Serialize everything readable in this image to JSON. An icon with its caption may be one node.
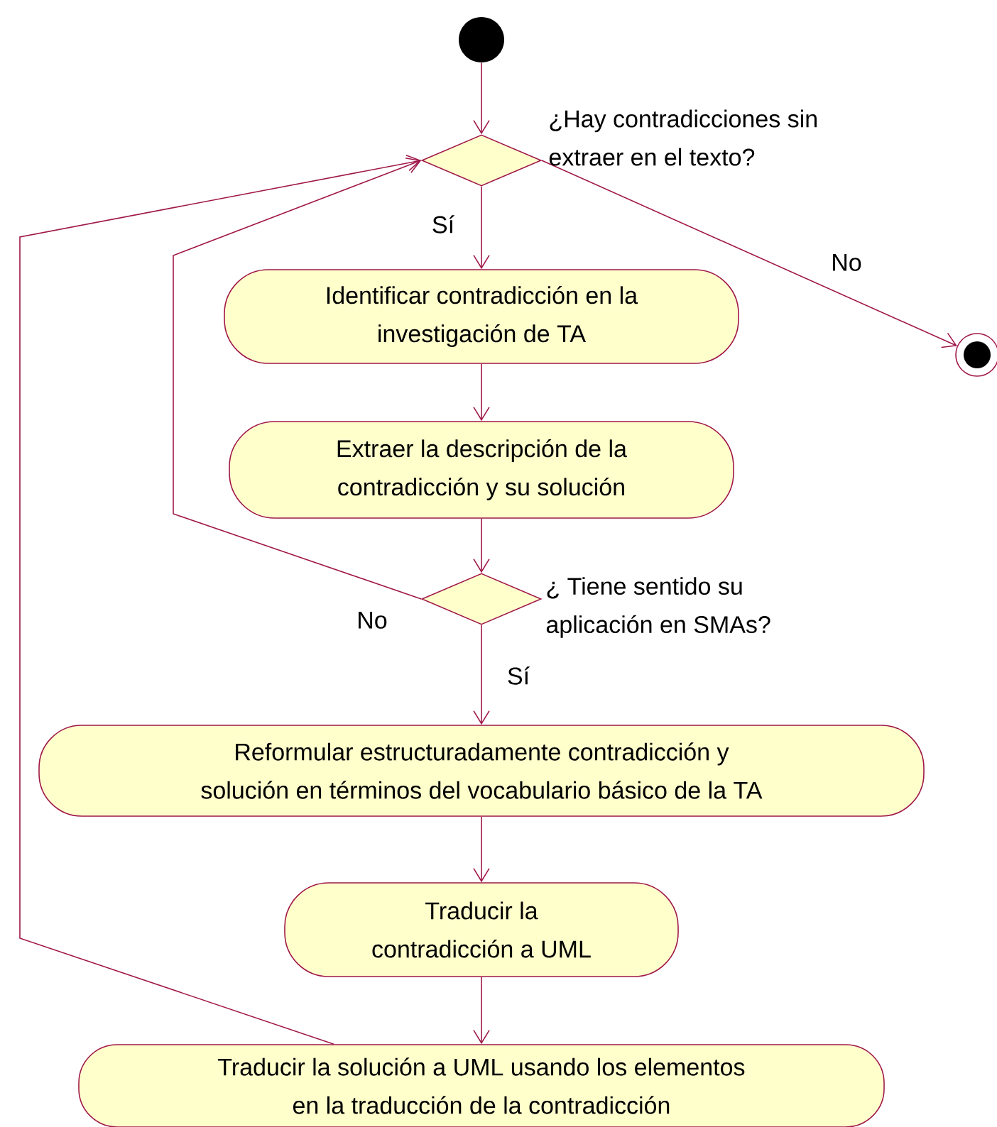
{
  "diagram": {
    "nodes": [
      {
        "text": [],
        "shape": "circle"
      },
      {
        "text": [],
        "shape": "diamond",
        "beside": [
          "¿Hay contradicciones sin extraer en el texto?"
        ]
      },
      {
        "text": [],
        "shape": "circle"
      },
      {
        "text": [
          "Identificar contradicción en la investigación de TA"
        ]
      },
      {
        "text": [
          "Extraer la descripción de la contradicción y su solución"
        ]
      },
      {
        "text": [],
        "shape": "diamond",
        "beside": [
          "¿ Tiene sentido su aplicación en SMAs?"
        ]
      },
      {
        "text": [
          "Reformular estructuradamente contradicción y solución en términos del vocabulario básico de la TA"
        ]
      },
      {
        "text": [
          "Traducir la contradicción a UML"
        ]
      },
      {
        "text": [
          "Traducir la solución a UML usando los elementos en la traducción de la contradicción"
        ]
      }
    ],
    "edges": [
      {
        "from": 0,
        "to": 1,
        "arrow": "to"
      },
      {
        "from": 1,
        "to": 3,
        "arrow": "to",
        "label": "Sí"
      },
      {
        "from": 1,
        "to": 2,
        "arrow": "to",
        "label": "No"
      },
      {
        "from": 3,
        "to": 4,
        "arrow": "to"
      },
      {
        "from": 4,
        "to": 5,
        "arrow": "to"
      },
      {
        "from": 5,
        "to": 1,
        "arrow": "to",
        "label": "No"
      },
      {
        "from": 5,
        "to": 6,
        "arrow": "to",
        "label": "Sí"
      },
      {
        "from": 6,
        "to": 7,
        "arrow": "to"
      },
      {
        "from": 7,
        "to": 8,
        "arrow": "to"
      },
      {
        "from": 8,
        "to": 1,
        "arrow": "to"
      }
    ]
  }
}
